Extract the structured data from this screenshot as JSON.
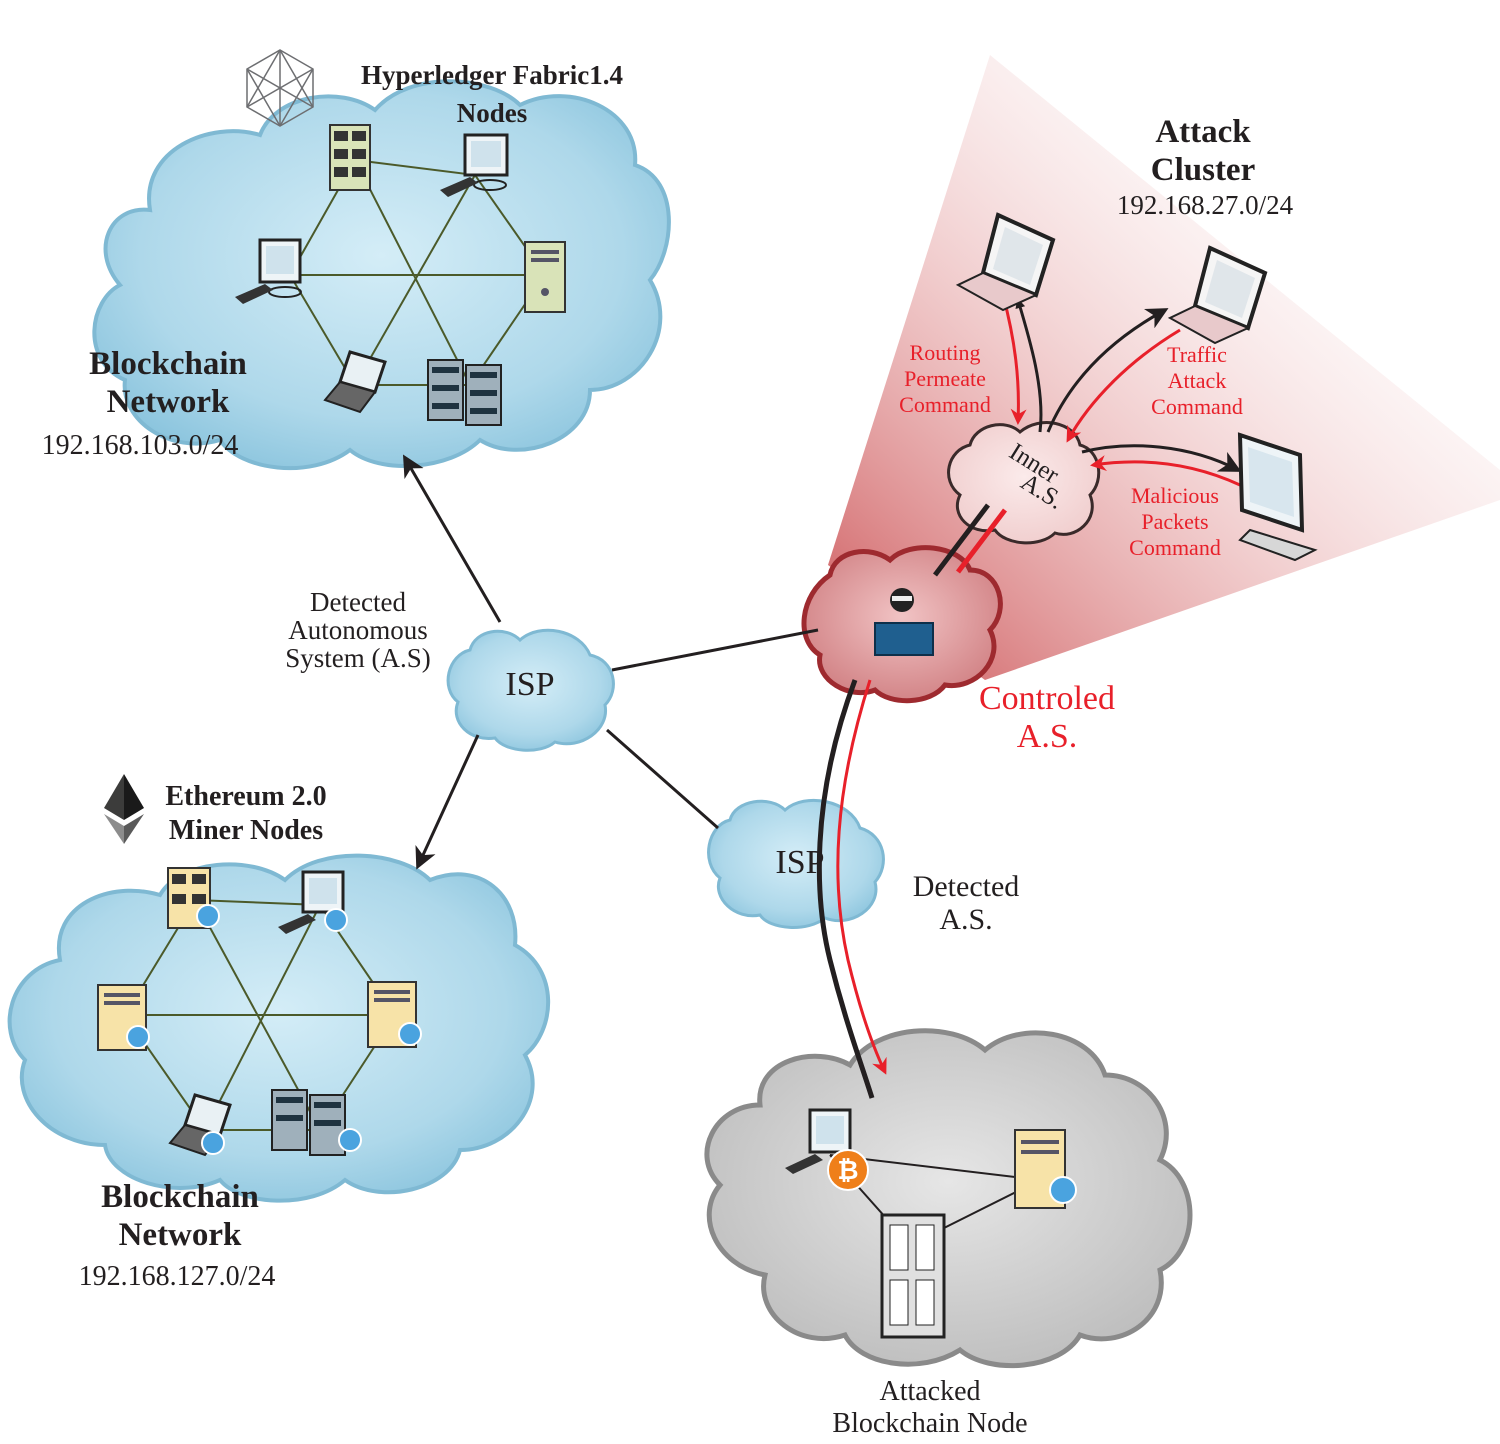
{
  "hyperledger": {
    "title_line1": "Hyperledger Fabric1.4",
    "title_line2": "Nodes",
    "network_line1": "Blockchain",
    "network_line2": "Network",
    "subnet": "192.168.103.0/24"
  },
  "ethereum": {
    "title_line1": "Ethereum 2.0",
    "title_line2": "Miner Nodes",
    "network_line1": "Blockchain",
    "network_line2": "Network",
    "subnet": "192.168.127.0/24"
  },
  "attack_cluster": {
    "title_line1": "Attack",
    "title_line2": "Cluster",
    "subnet": "192.168.27.0/24",
    "inner_line1": "Inner",
    "inner_line2": "A.S."
  },
  "commands": {
    "routing": [
      "Routing",
      "Permeate",
      "Command"
    ],
    "traffic": [
      "Traffic",
      "Attack",
      "Command"
    ],
    "malicious": [
      "Malicious",
      "Packets",
      "Command"
    ]
  },
  "controlled": {
    "line1": "Controled",
    "line2": "A.S."
  },
  "detected_as": {
    "line1": "Detected",
    "line2": "Autonomous",
    "line3": "System (A.S)"
  },
  "detected_as2": {
    "line1": "Detected",
    "line2": "A.S."
  },
  "isp_label": "ISP",
  "attacked": {
    "line1": "Attacked",
    "line2": "Blockchain Node"
  },
  "colors": {
    "cloud_blue": "#a9d6e8",
    "cloud_gray": "#c8c8c8",
    "cloud_red": "#d98a8c",
    "attack_red": "#e8202a",
    "fan_red": "#c9494c"
  },
  "icons": [
    "hyperledger-logo",
    "ethereum-logo",
    "bitcoin-icon",
    "hacker-icon",
    "laptop-icon",
    "monitor-icon",
    "server-icon",
    "rack-icon"
  ]
}
